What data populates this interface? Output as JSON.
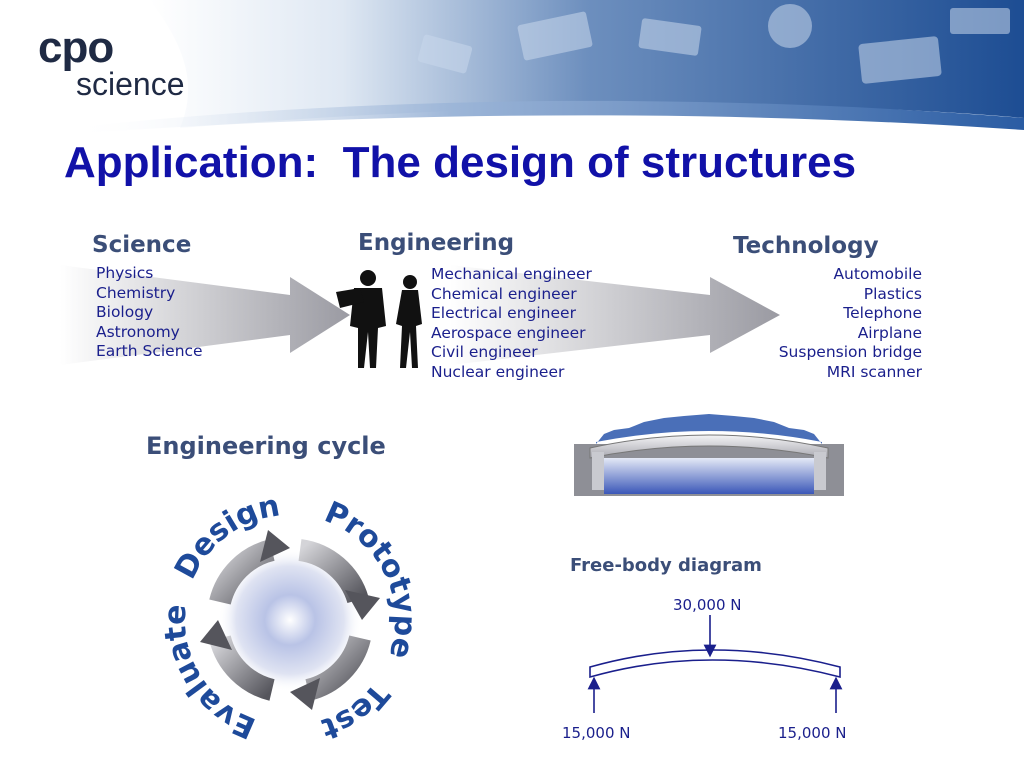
{
  "logo": {
    "line1": "cpo",
    "line2": "science"
  },
  "title": "Application:  The design of structures",
  "flow": {
    "science": {
      "heading": "Science",
      "items": [
        "Physics",
        "Chemistry",
        "Biology",
        "Astronomy",
        "Earth Science"
      ]
    },
    "engineering": {
      "heading": "Engineering",
      "items": [
        "Mechanical engineer",
        "Chemical engineer",
        "Electrical engineer",
        "Aerospace engineer",
        "Civil engineer",
        "Nuclear engineer"
      ]
    },
    "technology": {
      "heading": "Technology",
      "items": [
        "Automobile",
        "Plastics",
        "Telephone",
        "Airplane",
        "Suspension bridge",
        "MRI scanner"
      ]
    }
  },
  "cycle": {
    "title": "Engineering cycle",
    "stages": [
      "Design",
      "Prototype",
      "Test",
      "Evaluate"
    ]
  },
  "free_body": {
    "title": "Free-body diagram",
    "top_force": "30,000 N",
    "left_force": "15,000 N",
    "right_force": "15,000 N"
  },
  "colors": {
    "title_blue": "#1111a8",
    "list_blue": "#1a1f8c",
    "heading_slate": "#3b4e78"
  }
}
